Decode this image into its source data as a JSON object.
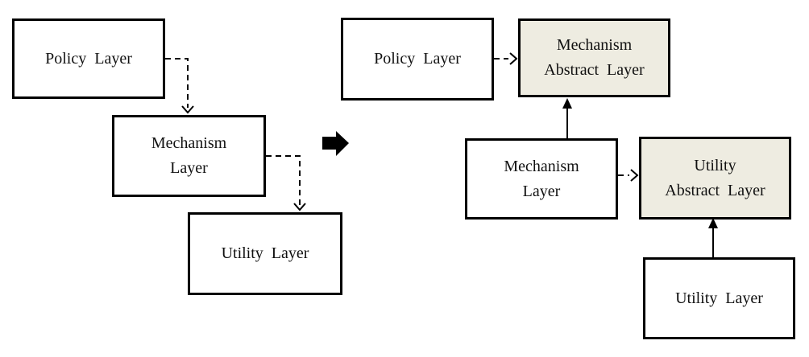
{
  "colors": {
    "background": "#ffffff",
    "box_border": "#000000",
    "box_fill": "#ffffff",
    "abstract_box_fill": "#eeece1",
    "connector_line": "#000000",
    "text": "#111111"
  },
  "icons": {
    "transform_arrow": "right-block-arrow",
    "dashed_arrow": "dashed-elbow-arrow",
    "solid_arrow": "solid-up-arrow"
  },
  "left_diagram": {
    "policy_layer": {
      "lines": [
        "Policy Layer"
      ]
    },
    "mechanism_layer": {
      "lines": [
        "Mechanism",
        "Layer"
      ]
    },
    "utility_layer": {
      "lines": [
        "Utility Layer"
      ]
    }
  },
  "right_diagram": {
    "policy_layer": {
      "lines": [
        "Policy Layer"
      ]
    },
    "mechanism_abstract_layer": {
      "lines": [
        "Mechanism",
        "Abstract Layer"
      ]
    },
    "mechanism_layer": {
      "lines": [
        "Mechanism",
        "Layer"
      ]
    },
    "utility_abstract_layer": {
      "lines": [
        "Utility",
        "Abstract Layer"
      ]
    },
    "utility_layer": {
      "lines": [
        "Utility Layer"
      ]
    }
  }
}
